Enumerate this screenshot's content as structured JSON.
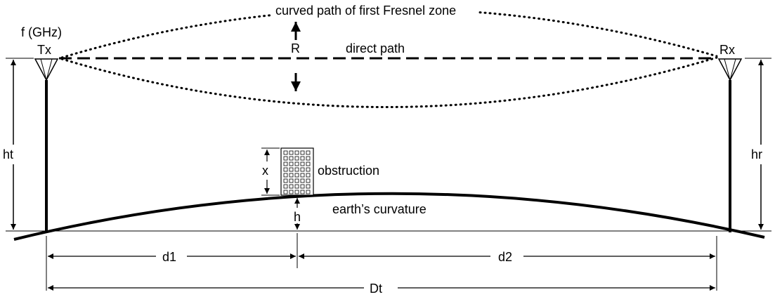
{
  "diagram": {
    "labels": {
      "frequency": "f (GHz)",
      "transmitter": "Tx",
      "receiver": "Rx",
      "fresnel_path": "curved path of first Fresnel zone",
      "fresnel_radius": "R",
      "direct_path": "direct path",
      "tx_height": "ht",
      "rx_height": "hr",
      "obstruction": "obstruction",
      "obstruction_height": "x",
      "earth_curvature": "earth’s curvature",
      "earth_bulge": "h",
      "distance_1": "d1",
      "distance_2": "d2",
      "total_distance": "Dt"
    },
    "colors": {
      "ink": "#000000",
      "background": "#ffffff"
    }
  }
}
